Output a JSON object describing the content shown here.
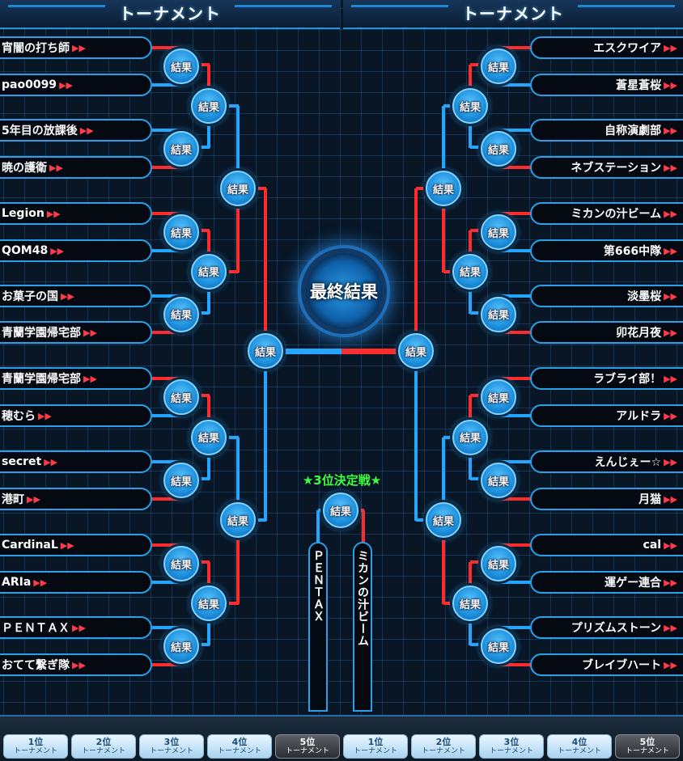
{
  "header": {
    "left_title": "トーナメント",
    "right_title": "トーナメント"
  },
  "result_label": "結果",
  "final_label": "最終結果",
  "third_place": {
    "title": "★3位決定戦★",
    "left_team": "ＰＥＮＴＡＸ",
    "right_team": "ミカンの汁ビーム"
  },
  "left_teams": [
    "宵闇の打ち師",
    "pao0099",
    "5年目の放課後",
    "暁の護衛",
    "Legion",
    "QOM48",
    "お菓子の国",
    "青蘭学園帰宅部",
    "青蘭学園帰宅部",
    "穂むら",
    "secret",
    "港町",
    "CardinaL",
    "ARIa",
    "ＰＥＮＴＡＸ",
    "おてて繋ぎ隊"
  ],
  "right_teams": [
    "エスクワイア",
    "蒼星蒼桜",
    "自称演劇部",
    "ネブステーション",
    "ミカンの汁ビーム",
    "第666中隊",
    "淡墨桜",
    "卯花月夜",
    "ラブライ部！",
    "アルドラ",
    "えんじぇー☆",
    "月猫",
    "cal",
    "運ゲー連合",
    "プリズムストーン",
    "ブレイブハート"
  ],
  "bottom_tabs": [
    {
      "rank": "1位",
      "label": "トーナメント"
    },
    {
      "rank": "2位",
      "label": "トーナメント"
    },
    {
      "rank": "3位",
      "label": "トーナメント"
    },
    {
      "rank": "4位",
      "label": "トーナメント"
    },
    {
      "rank": "5位",
      "label": "トーナメント"
    },
    {
      "rank": "1位",
      "label": "トーナメント"
    },
    {
      "rank": "2位",
      "label": "トーナメント"
    },
    {
      "rank": "3位",
      "label": "トーナメント"
    },
    {
      "rank": "4位",
      "label": "トーナメント"
    },
    {
      "rank": "5位",
      "label": "トーナメント"
    }
  ],
  "colors": {
    "winner_line": "#ff2b2b",
    "base_line": "#23a6ff",
    "accent": "#2aa0e8",
    "third_title": "#3eff3e"
  }
}
